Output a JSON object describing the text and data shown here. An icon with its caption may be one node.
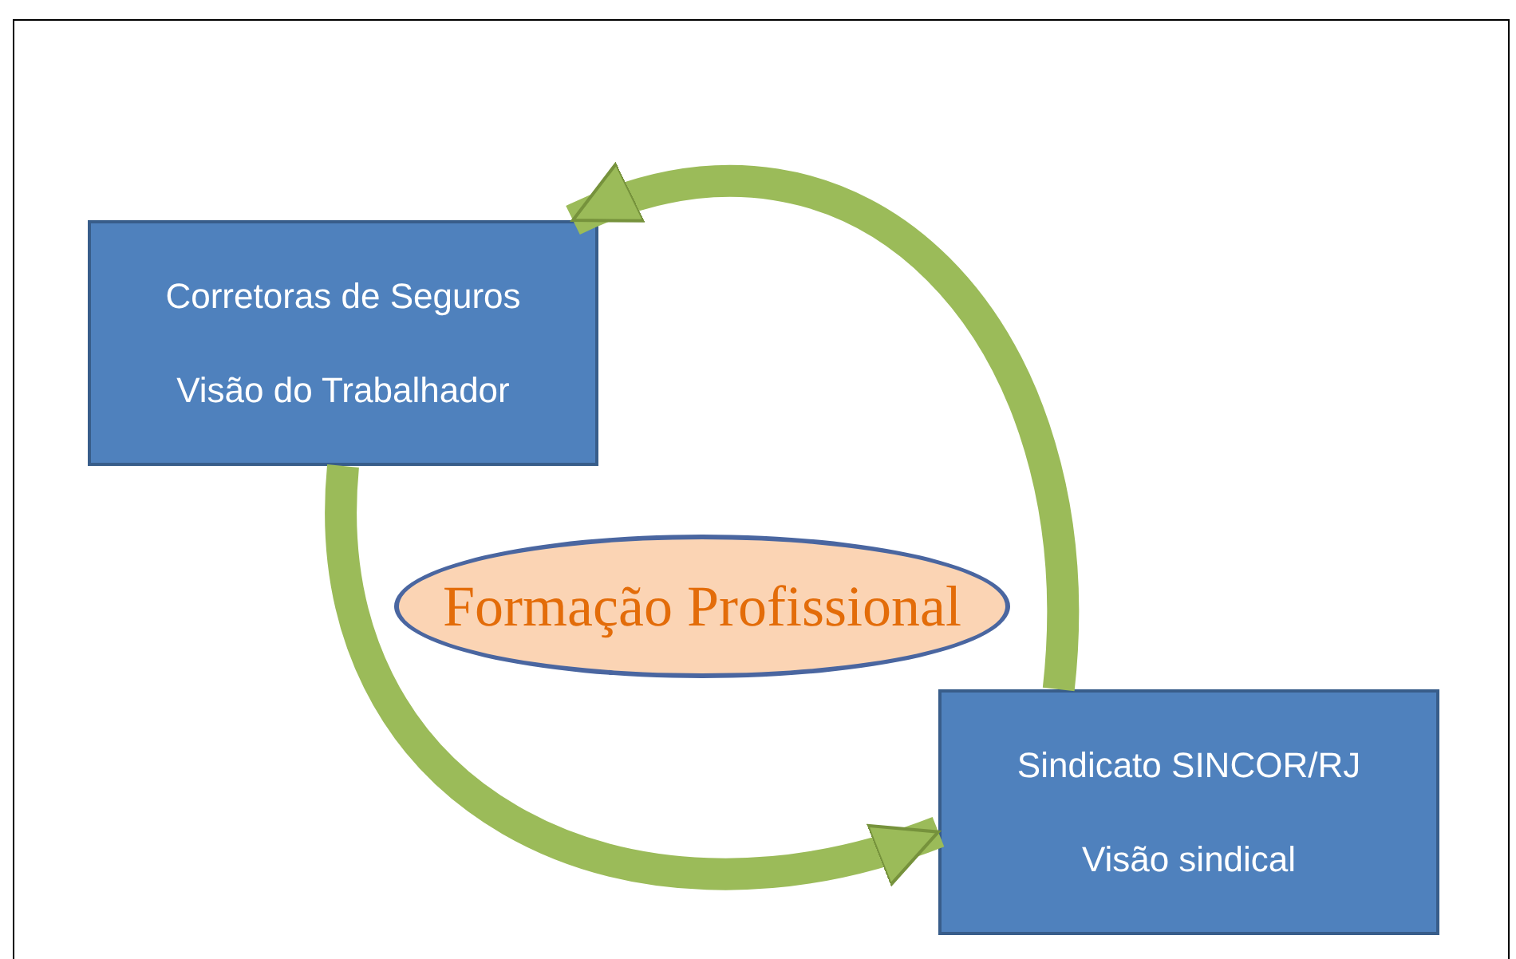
{
  "diagram": {
    "nodes": [
      {
        "text": [
          "Corretoras de Seguros",
          "Visão do Trabalhador"
        ]
      },
      {
        "text": [
          "Formação Profissional"
        ]
      },
      {
        "text": [
          "Sindicato SINCOR/RJ",
          "Visão sindical"
        ]
      }
    ],
    "edges": [
      {
        "from": 2,
        "to": 0,
        "arrow": "to"
      },
      {
        "from": 0,
        "to": 2,
        "arrow": "to"
      }
    ]
  }
}
